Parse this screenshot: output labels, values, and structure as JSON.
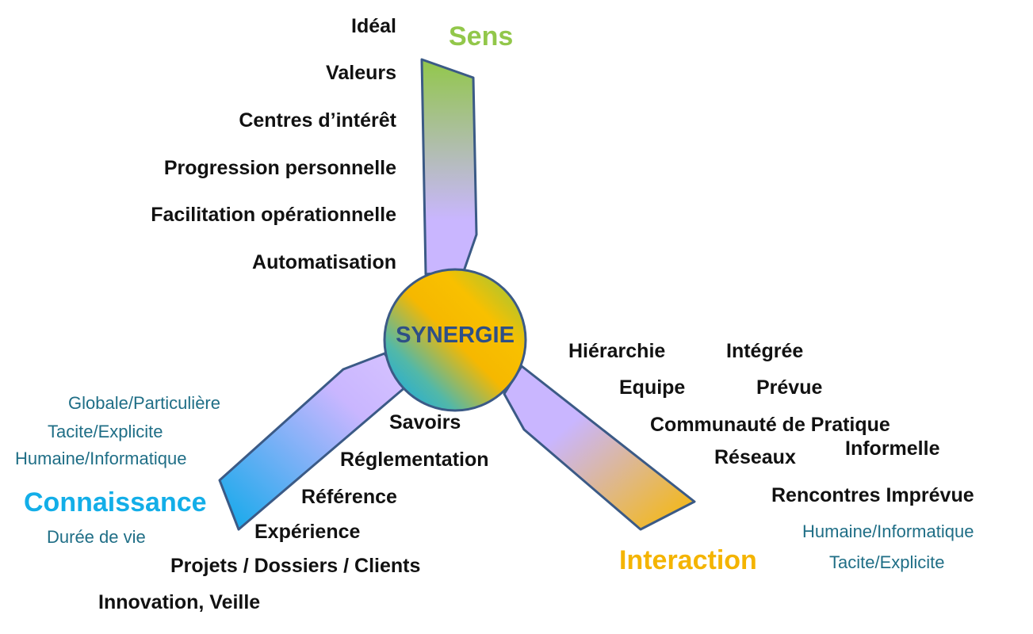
{
  "center": {
    "label": "SYNERGIE"
  },
  "axes": {
    "sens": {
      "title": "Sens",
      "color": "#92c74a",
      "items": [
        "Idéal",
        "Valeurs",
        "Centres d’intérêt",
        "Progression personnelle",
        "Facilitation opérationnelle",
        "Automatisation"
      ]
    },
    "connaissance": {
      "title": "Connaissance",
      "color": "#13aee8",
      "soft_items": [
        "Globale/Particulière",
        "Tacite/Explicite",
        "Humaine/Informatique",
        "Durée de vie"
      ],
      "items": [
        "Savoirs",
        "Réglementation",
        "Référence",
        "Expérience",
        "Projets / Dossiers / Clients",
        "Innovation, Veille"
      ]
    },
    "interaction": {
      "title": "Interaction",
      "color": "#f4b400",
      "items": [
        "Hiérarchie",
        "Intégrée",
        "Equipe",
        "Prévue",
        "Communauté de Pratique",
        "Informelle",
        "Réseaux",
        "Rencontres Imprévue"
      ],
      "soft_items": [
        "Humaine/Informatique",
        "Tacite/Explicite"
      ]
    }
  },
  "colors": {
    "outline": "#3b5a86",
    "lavender": "#c9b6ff",
    "soft_text": "#1f6e86",
    "center_text": "#2e4f86"
  }
}
